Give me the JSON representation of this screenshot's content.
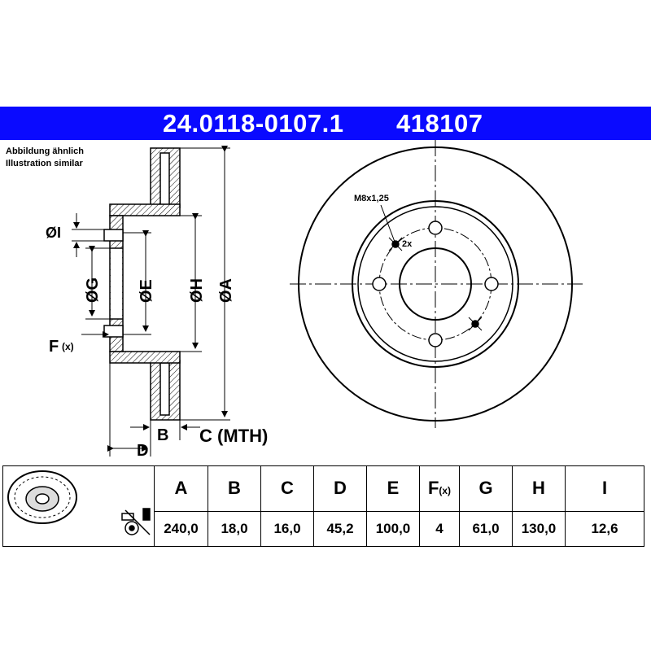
{
  "header": {
    "part_number": "24.0118-0107.1",
    "ref_number": "418107"
  },
  "note": {
    "line1": "Abbildung ähnlich",
    "line2": "Illustration similar"
  },
  "drawing": {
    "thread_label": "M8x1,25",
    "count_label": "2x",
    "dim_I": "ØI",
    "dim_G": "ØG",
    "dim_E": "ØE",
    "dim_H": "ØH",
    "dim_A": "ØA",
    "dim_F": "F",
    "dim_F_sub": "(x)",
    "dim_B": "B",
    "dim_C": "C (MTH)",
    "dim_D": "D"
  },
  "table": {
    "headers": [
      "A",
      "B",
      "C",
      "D",
      "E",
      "F",
      "G",
      "H",
      "I"
    ],
    "header_F_sub": "(x)",
    "values": [
      "240,0",
      "18,0",
      "16,0",
      "45,2",
      "100,0",
      "4",
      "61,0",
      "130,0",
      "12,6"
    ]
  },
  "colors": {
    "banner": "#0a0aff",
    "line": "#000000"
  }
}
